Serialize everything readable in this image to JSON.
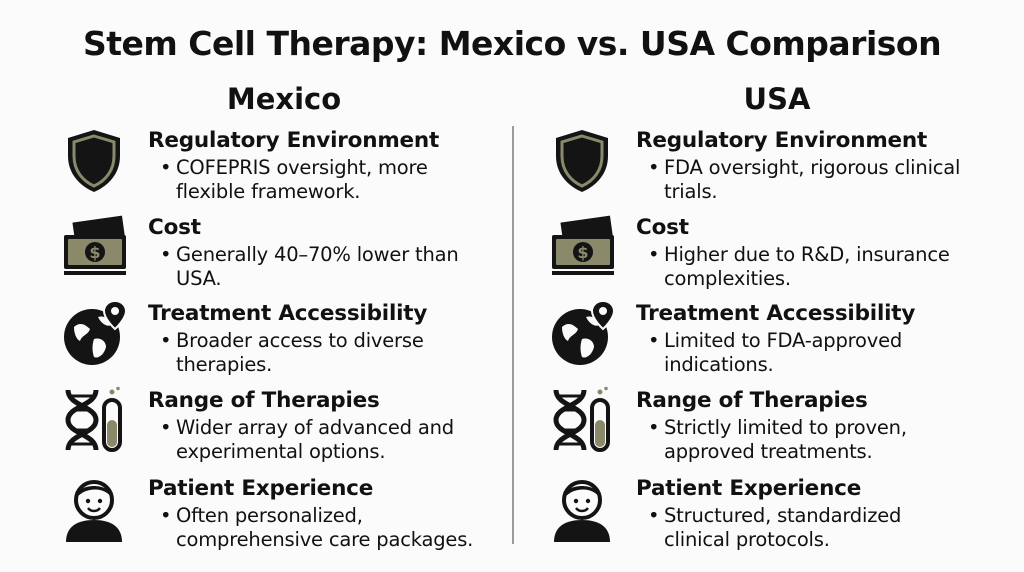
{
  "title": "Stem Cell Therapy: Mexico vs. USA Comparison",
  "columns": [
    {
      "name": "Mexico",
      "rows": [
        {
          "icon": "shield-icon",
          "heading": "Regulatory Environment",
          "text": "COFEPRIS oversight, more flexible framework."
        },
        {
          "icon": "money-icon",
          "heading": "Cost",
          "text": "Generally 40–70% lower than USA."
        },
        {
          "icon": "globe-pin-icon",
          "heading": "Treatment Accessibility",
          "text": "Broader access to diverse therapies."
        },
        {
          "icon": "dna-test-tube-icon",
          "heading": "Range of Therapies",
          "text": "Wider array of advanced and experimental options."
        },
        {
          "icon": "patient-icon",
          "heading": "Patient Experience",
          "text": "Often personalized, comprehensive care packages."
        }
      ]
    },
    {
      "name": "USA",
      "rows": [
        {
          "icon": "shield-icon",
          "heading": "Regulatory Environment",
          "text": "FDA oversight, rigorous clinical trials."
        },
        {
          "icon": "money-icon",
          "heading": "Cost",
          "text": "Higher due to R&D, insurance complexities."
        },
        {
          "icon": "globe-pin-icon",
          "heading": "Treatment Accessibility",
          "text": "Limited to FDA-approved indications."
        },
        {
          "icon": "dna-test-tube-icon",
          "heading": "Range of Therapies",
          "text": "Strictly limited to proven, approved treatments."
        },
        {
          "icon": "patient-icon",
          "heading": "Patient Experience",
          "text": "Structured, standardized clinical protocols."
        }
      ]
    }
  ],
  "colors": {
    "icon_dark": "#141414",
    "icon_accent": "#8a8a6a",
    "divider": "#9a9a9a"
  }
}
